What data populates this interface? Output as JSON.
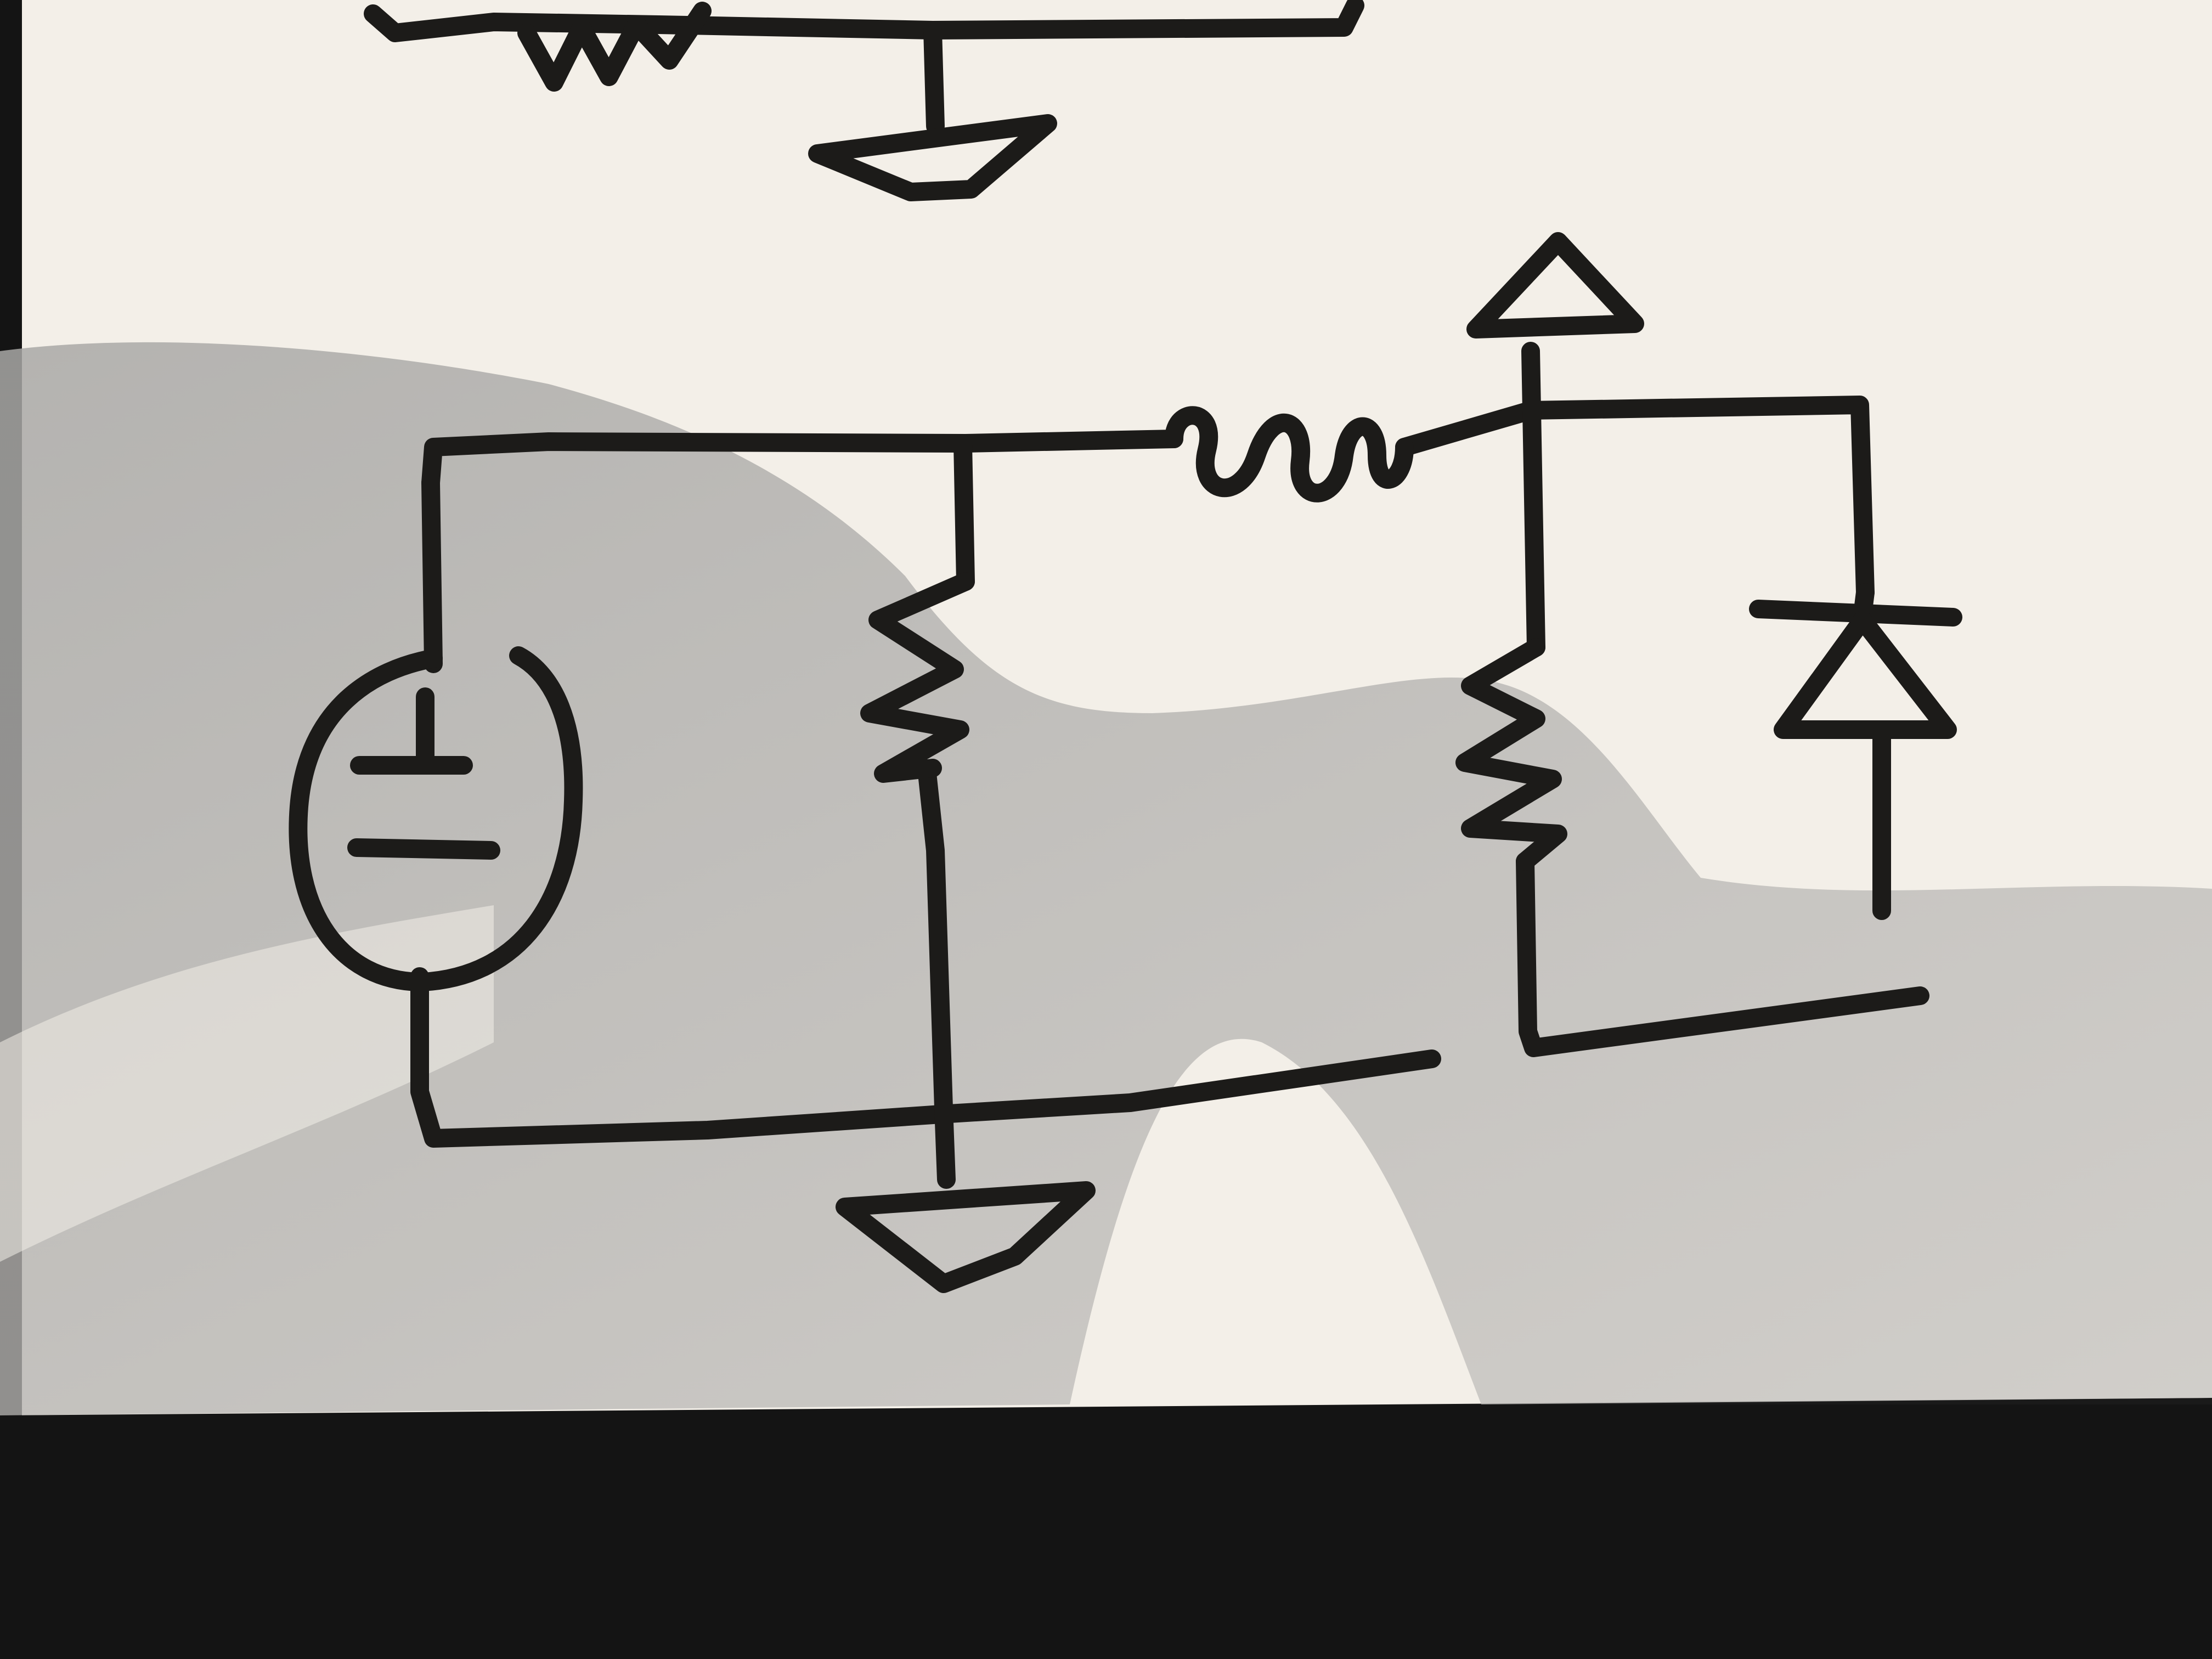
{
  "colors": {
    "paper": "#f3efe8",
    "paper_shadow": "#b9b8b6",
    "ink": "#1c1b19",
    "table": "#141414"
  },
  "diagram": {
    "type": "hand-drawn circuit schematic",
    "components": [
      {
        "id": "voltage-source",
        "symbol": "circle",
        "marks": [
          "+",
          "-"
        ]
      },
      {
        "id": "resistor-1",
        "symbol": "zigzag"
      },
      {
        "id": "inductor",
        "symbol": "coil"
      },
      {
        "id": "resistor-2",
        "symbol": "zigzag"
      },
      {
        "id": "diode",
        "symbol": "triangle-bar"
      },
      {
        "id": "supply-arrow",
        "symbol": "up-arrow"
      },
      {
        "id": "ground",
        "symbol": "down-triangle"
      }
    ],
    "partial_circuit_above": [
      "resistor",
      "ground"
    ]
  }
}
